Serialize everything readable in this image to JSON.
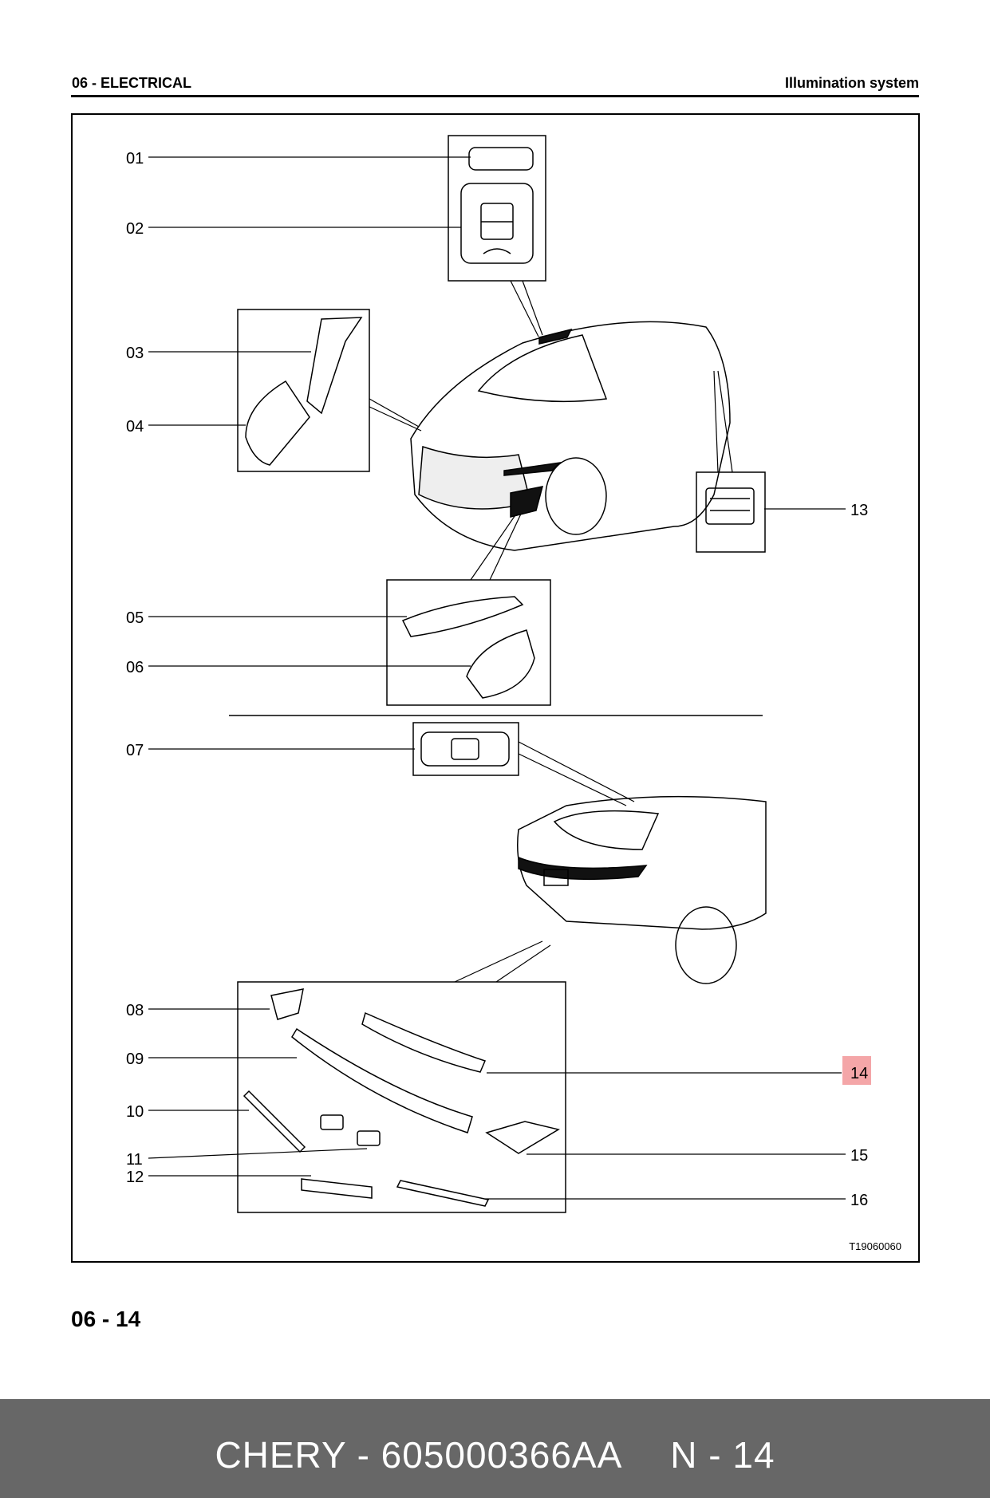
{
  "header": {
    "left": "06 - ELECTRICAL",
    "right": "Illumination system"
  },
  "callouts": [
    "01",
    "02",
    "03",
    "04",
    "05",
    "06",
    "07",
    "08",
    "09",
    "10",
    "11",
    "12",
    "13",
    "14",
    "15",
    "16"
  ],
  "highlight_color": "#f4a6a8",
  "figure_code": "T19060060",
  "page_number": "06 - 14",
  "footer": {
    "part": "CHERY - 605000366AA",
    "page": "N - 14"
  }
}
